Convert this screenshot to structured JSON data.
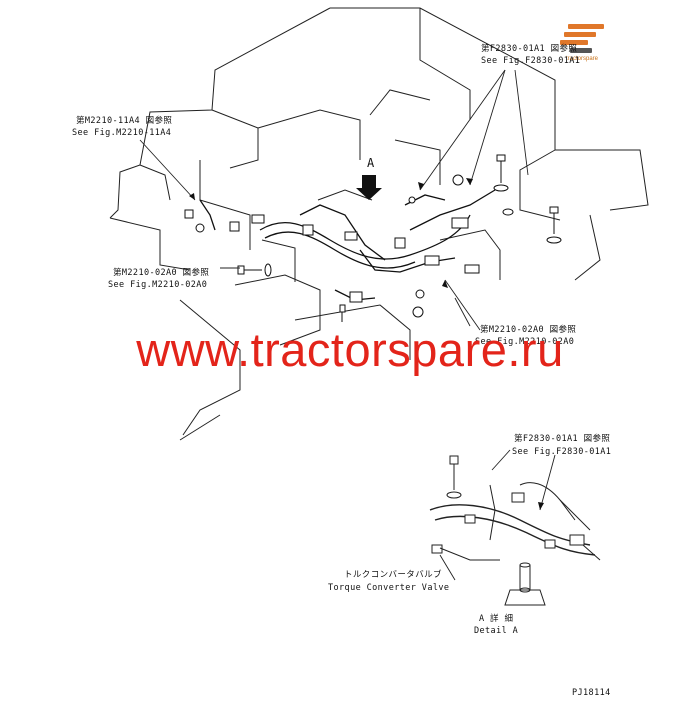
{
  "watermark": "www.tractorspare.ru",
  "logo": {
    "caption": "tractorspare"
  },
  "labels": {
    "ref_top_right_jp": "第F2830-01A1 図参照",
    "ref_top_right_en": "See Fig.F2830-01A1",
    "ref_top_left_jp": "第M2210-11A4 図参照",
    "ref_top_left_en": "See Fig.M2210-11A4",
    "ref_mid_left_jp": "第M2210-02A0 図参照",
    "ref_mid_left_en": "See Fig.M2210-02A0",
    "ref_mid_right_jp": "第M2210-02A0 図参照",
    "ref_mid_right_en": "See Fig.M2210-02A0",
    "ref_bottom_right_jp": "第F2830-01A1 図参照",
    "ref_bottom_right_en": "See Fig.F2830-01A1",
    "valve_jp": "トルクコンバータバルブ",
    "valve_en": "Torque Converter Valve",
    "view_letter": "A",
    "detail_jp": "A 詳 細",
    "detail_en": "Detail A",
    "drawing_number": "PJ18114"
  }
}
